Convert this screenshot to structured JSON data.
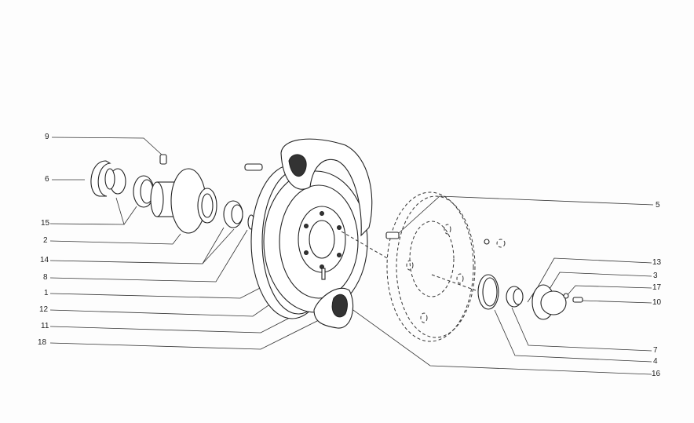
{
  "diagram": {
    "callouts_left": [
      "9",
      "6",
      "15",
      "2",
      "14",
      "8",
      "1",
      "12",
      "11",
      "18"
    ],
    "callouts_right": [
      "5",
      "13",
      "3",
      "17",
      "10",
      "7",
      "4",
      "16"
    ]
  }
}
